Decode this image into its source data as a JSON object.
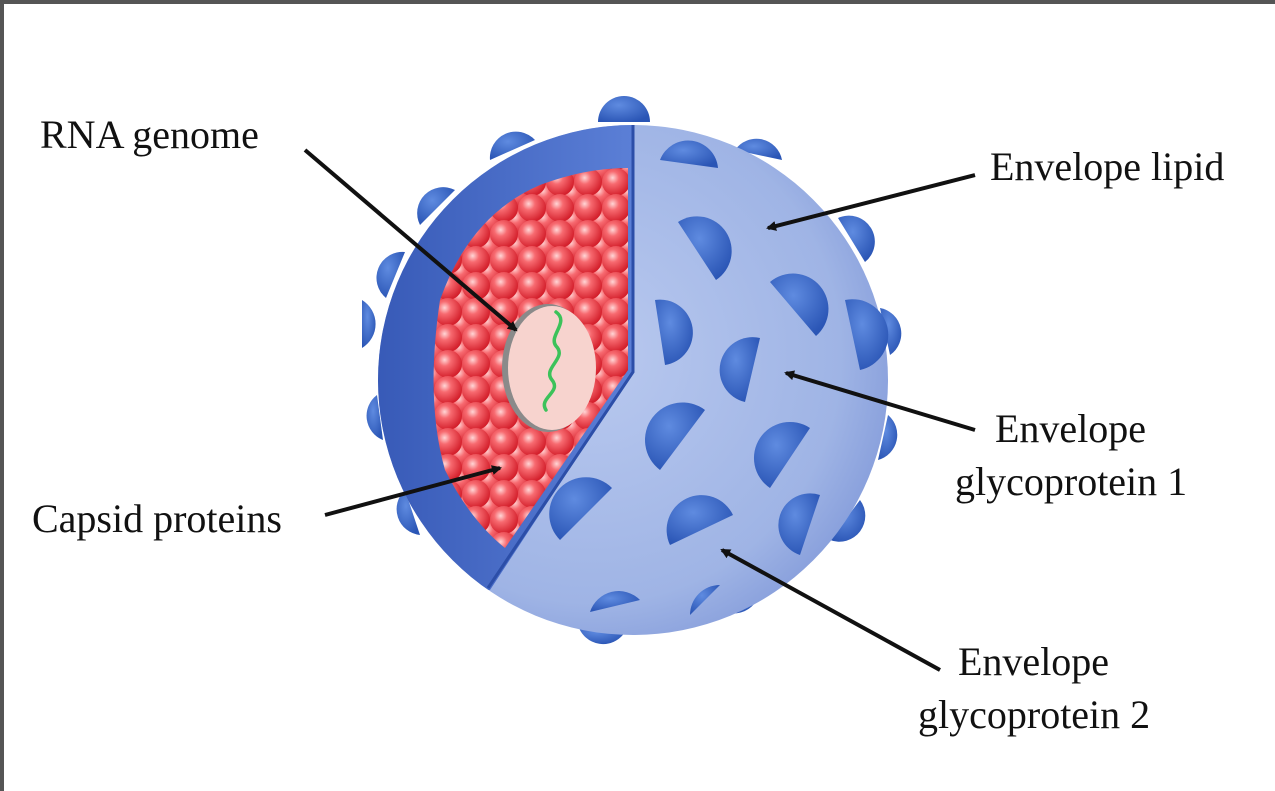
{
  "diagram": {
    "labels": {
      "rna_genome": "RNA genome",
      "capsid_proteins": "Capsid proteins",
      "envelope_lipid": "Envelope lipid",
      "glycoprotein1_line1": "Envelope",
      "glycoprotein1_line2": "glycoprotein 1",
      "glycoprotein2_line1": "Envelope",
      "glycoprotein2_line2": "glycoprotein 2"
    },
    "colors": {
      "envelope_light": "#a9bce8",
      "envelope_dark": "#3f63c4",
      "spike": "#3a68c8",
      "capsid": "#ef3a45",
      "genome_fill": "#f7d3ce",
      "rna_strand": "#3cc25a",
      "arrow": "#111111"
    }
  }
}
